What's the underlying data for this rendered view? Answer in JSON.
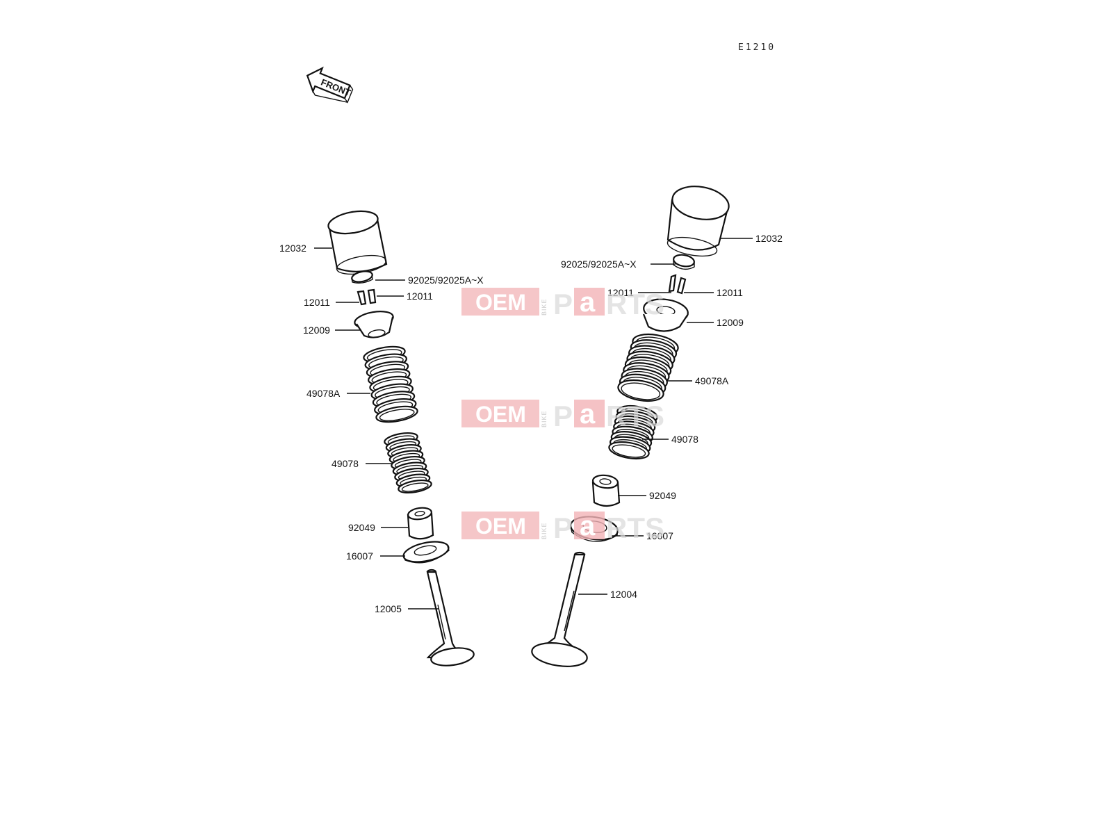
{
  "diagram_code": "E1210",
  "front_label": "FRONT",
  "watermark": {
    "oem": "OEM",
    "bike": "BIKE",
    "parts_p": "P",
    "parts_a": "a",
    "parts_rest": "RTS"
  },
  "left_labels": {
    "lifter": "12032",
    "shim": "92025/92025A~X",
    "cotter_a": "12011",
    "cotter_b": "12011",
    "retainer": "12009",
    "spring_outer": "49078A",
    "spring_inner": "49078",
    "seal": "92049",
    "seat": "16007",
    "valve": "12005"
  },
  "right_labels": {
    "lifter": "12032",
    "shim": "92025/92025A~X",
    "cotter_a": "12011",
    "cotter_b": "12011",
    "retainer": "12009",
    "spring_outer": "49078A",
    "spring_inner": "49078",
    "seal": "92049",
    "seat": "16007",
    "valve": "12004"
  }
}
